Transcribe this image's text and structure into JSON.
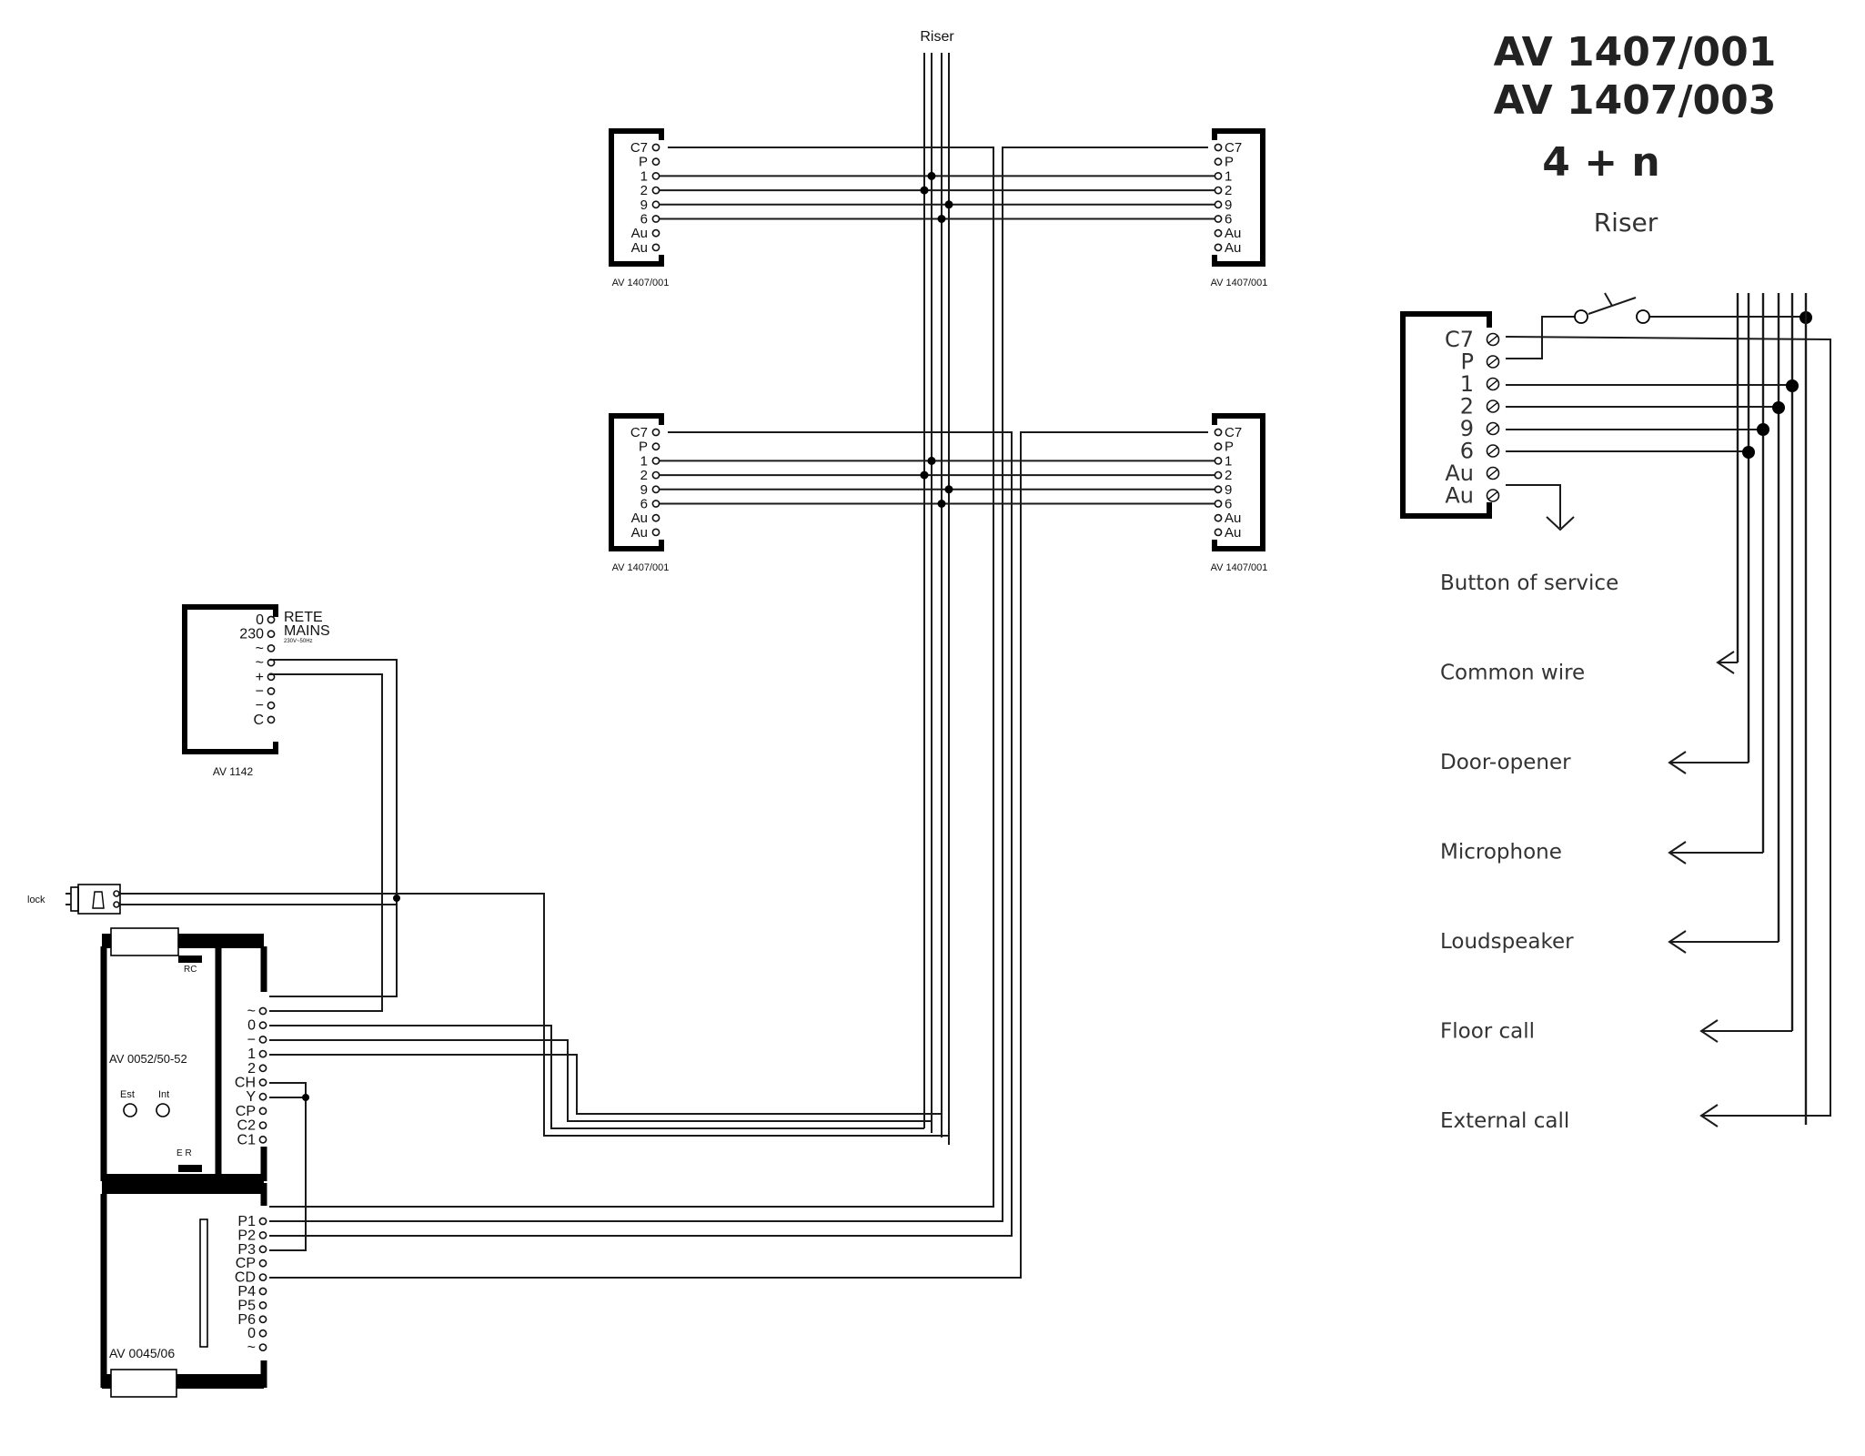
{
  "header": {
    "model_line_1": "AV 1407/001",
    "model_line_2": "AV 1407/003",
    "system": "4 + n",
    "riser_label": "Riser"
  },
  "main": {
    "riser_label": "Riser"
  },
  "entrance_panels": {
    "terminals_left": [
      "C7",
      "P",
      "1",
      "2",
      "9",
      "6",
      "Au",
      "Au"
    ],
    "terminals_right": [
      "C7",
      "P",
      "1",
      "2",
      "9",
      "6",
      "Au",
      "Au"
    ],
    "label": "AV 1407/001"
  },
  "power_supply": {
    "label": "AV 1142",
    "mains_top": "RETE",
    "mains_bottom": "MAINS",
    "terminals": [
      "0",
      "230",
      "~",
      "~",
      "+",
      "−",
      "−",
      "C"
    ]
  },
  "lock": {
    "label": "lock"
  },
  "door_unit": {
    "label": "AV 0052/50-52",
    "rc_label": "RC",
    "est_label": "Est",
    "int_label": "Int",
    "er_label": "E R",
    "terminals": [
      "~",
      "0",
      "−",
      "1",
      "2",
      "CH",
      "Y",
      "CP",
      "C2",
      "C1"
    ]
  },
  "button_module": {
    "label": "AV 0045/06",
    "terminals": [
      "P1",
      "P2",
      "P3",
      "CP",
      "CD",
      "P4",
      "P5",
      "P6",
      "0",
      "~"
    ]
  },
  "legend_panel": {
    "terminals": [
      "C7",
      "P",
      "1",
      "2",
      "9",
      "6",
      "Au",
      "Au"
    ],
    "items": [
      "Button of service",
      "Common wire",
      "Door-opener",
      "Microphone",
      "Loudspeaker",
      "Floor call",
      "External call"
    ]
  },
  "colors": {
    "ink": "#000000",
    "background": "#ffffff"
  }
}
